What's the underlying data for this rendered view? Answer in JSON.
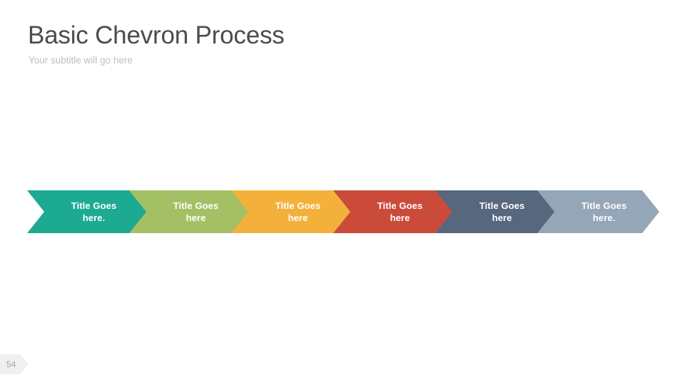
{
  "slide": {
    "title": "Basic Chevron Process",
    "subtitle": "Your subtitle will go here",
    "title_color": "#4c4c4e",
    "subtitle_color": "#c0c0c2",
    "background": "#ffffff"
  },
  "process": {
    "steps": [
      {
        "label": "Title Goes\nhere.",
        "color": "#1caa92",
        "text_color": "#ffffff"
      },
      {
        "label": "Title Goes\nhere",
        "color": "#a3c164",
        "text_color": "#ffffff"
      },
      {
        "label": "Title Goes\nhere",
        "color": "#f3b13c",
        "text_color": "#ffffff"
      },
      {
        "label": "Title Goes\nhere",
        "color": "#cb4b3b",
        "text_color": "#ffffff"
      },
      {
        "label": "Title Goes\nhere",
        "color": "#56677e",
        "text_color": "#ffffff"
      },
      {
        "label": "Title Goes\nhere.",
        "color": "#94a6b8",
        "text_color": "#ffffff"
      }
    ]
  },
  "footer": {
    "page_number": "54",
    "tag_color": "#f0f0f0",
    "page_number_color": "#a8a8a8"
  }
}
